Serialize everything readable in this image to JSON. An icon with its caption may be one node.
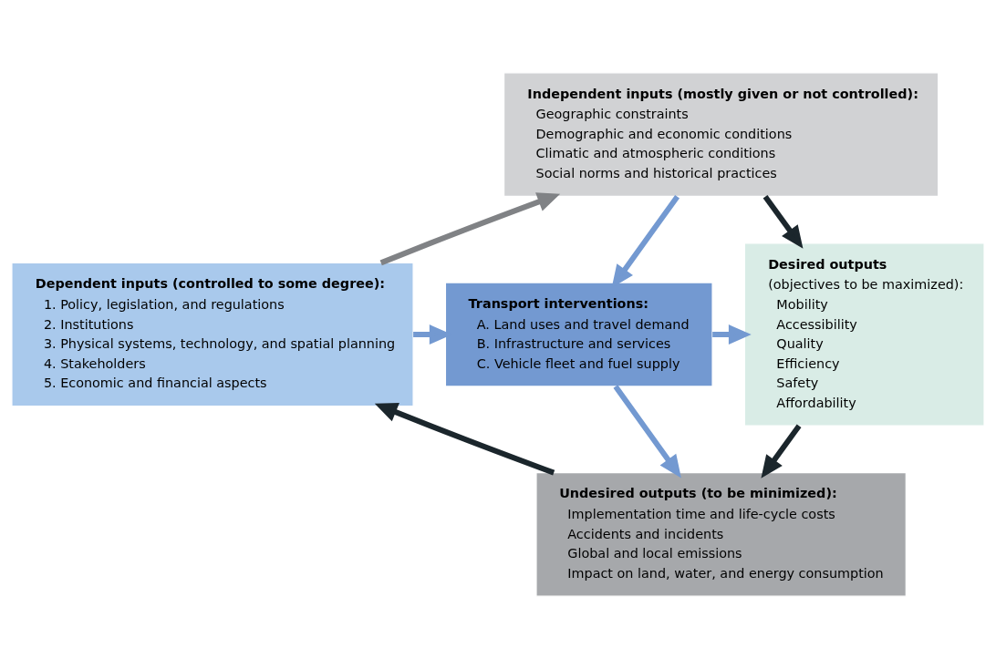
{
  "diagram": {
    "nodes": [
      {
        "text": [
          "Independent inputs (mostly given or not controlled):",
          "Geographic constraints",
          "Demographic and economic conditions",
          "Climatic and atmospheric conditions",
          "Social norms and historical practices"
        ]
      },
      {
        "text": [
          "Dependent inputs (controlled to some degree):",
          "1. Policy, legislation, and regulations",
          "2. Institutions",
          "3. Physical systems, technology, and spatial planning",
          "4. Stakeholders",
          "5. Economic and financial aspects"
        ]
      },
      {
        "text": [
          "Transport interventions:",
          "A. Land uses and travel demand",
          "B. Infrastructure and services",
          "C. Vehicle fleet and fuel supply"
        ]
      },
      {
        "text": [
          "Desired outputs",
          "(objectives to be maximized):",
          "Mobility",
          "Accessibility",
          "Quality",
          "Efficiency",
          "Safety",
          "Affordability"
        ]
      },
      {
        "text": [
          "Undesired outputs (to be minimized):",
          "Implementation time and life-cycle costs",
          "Accidents and incidents",
          "Global and local emissions",
          "Impact on land, water, and energy consumption"
        ]
      }
    ],
    "edges": [
      {
        "from": 0,
        "to": 2,
        "arrow": "to",
        "color": "#7399d1"
      },
      {
        "from": 1,
        "to": 2,
        "arrow": "to",
        "color": "#7399d1"
      },
      {
        "from": 2,
        "to": 3,
        "arrow": "to",
        "color": "#7399d1"
      },
      {
        "from": 2,
        "to": 4,
        "arrow": "to",
        "color": "#7399d1"
      },
      {
        "from": 1,
        "to": 0,
        "arrow": "to",
        "color": "#808285"
      },
      {
        "from": 0,
        "to": 3,
        "arrow": "to",
        "color": "#1b262c"
      },
      {
        "from": 3,
        "to": 4,
        "arrow": "to",
        "color": "#1b262c"
      },
      {
        "from": 4,
        "to": 1,
        "arrow": "to",
        "color": "#1b262c"
      }
    ]
  }
}
